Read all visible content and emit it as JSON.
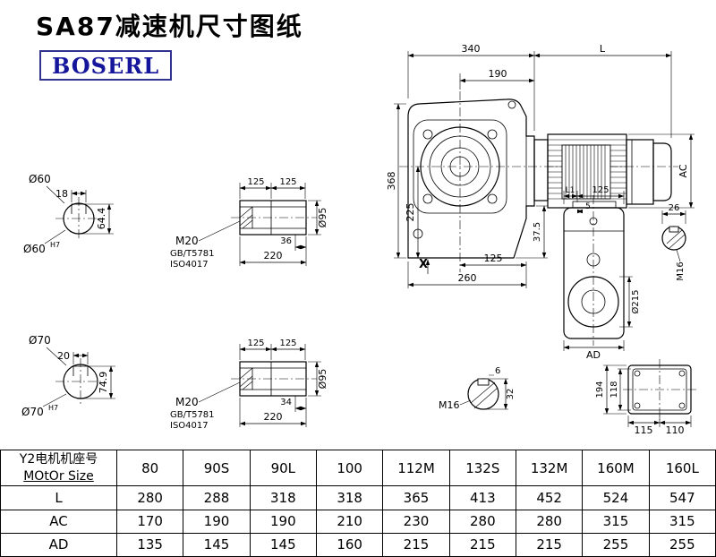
{
  "page": {
    "title": "SA87减速机尺寸图纸",
    "logo": "BOSERL"
  },
  "front": {
    "w340": "340",
    "L": "L",
    "w190": "190",
    "h368": "368",
    "h225": "225",
    "ac": "AC",
    "h375": "37.5",
    "w125": "125",
    "w260": "260",
    "x_label": "X"
  },
  "side": {
    "l1": "L1",
    "t125": "125",
    "t5": "5",
    "w26": "26",
    "m16": "M16",
    "d215": "Ø215",
    "ad": "AD"
  },
  "rear": {
    "h194": "194",
    "h118": "118",
    "w115": "115",
    "w110": "110"
  },
  "keyview": {
    "m16": "M16",
    "d6": "6",
    "h32": "32"
  },
  "shaft60": {
    "dia": "Ø60",
    "w18": "18",
    "h644": "64.4",
    "diah": "Ø60",
    "tol": "H7"
  },
  "shaft70": {
    "dia": "Ø70",
    "w20": "20",
    "h749": "74.9",
    "diah": "Ø70",
    "tol": "H7"
  },
  "detail_top": {
    "p125a": "125",
    "p125b": "125",
    "m20": "M20",
    "gb": "GB/T5781",
    "iso": "ISO4017",
    "w36": "36",
    "w220": "220",
    "d95": "Ø95"
  },
  "detail_bot": {
    "p125a": "125",
    "p125b": "125",
    "m20": "M20",
    "gb": "GB/T5781",
    "iso": "ISO4017",
    "w34": "34",
    "w220": "220",
    "d95": "Ø95"
  },
  "table": {
    "header": {
      "line1": "Y2电机机座号",
      "line2": "MOtOr Size",
      "cols": [
        "80",
        "90S",
        "90L",
        "100",
        "112M",
        "132S",
        "132M",
        "160M",
        "160L"
      ]
    },
    "rows": [
      {
        "label": "L",
        "values": [
          "280",
          "288",
          "318",
          "318",
          "365",
          "413",
          "452",
          "524",
          "547"
        ]
      },
      {
        "label": "AC",
        "values": [
          "170",
          "190",
          "190",
          "210",
          "230",
          "280",
          "280",
          "315",
          "315"
        ]
      },
      {
        "label": "AD",
        "values": [
          "135",
          "145",
          "145",
          "160",
          "215",
          "215",
          "215",
          "255",
          "255"
        ]
      }
    ]
  }
}
